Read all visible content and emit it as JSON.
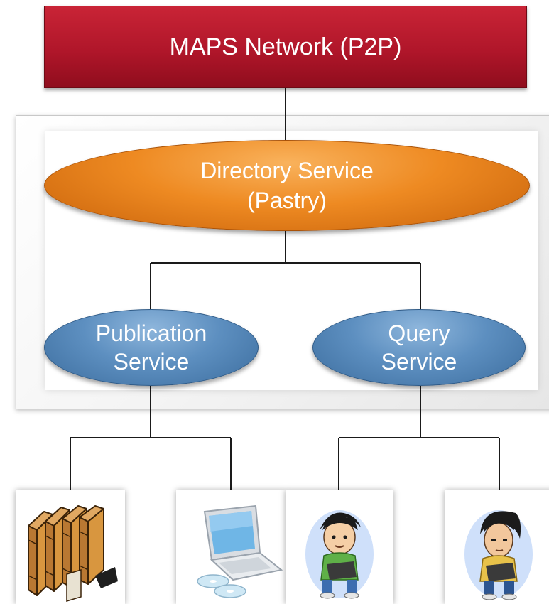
{
  "network": {
    "label": "MAPS Network (P2P)"
  },
  "directory_service": {
    "line1": "Directory Service",
    "line2": "(Pastry)"
  },
  "publication_service": {
    "line1": "Publication",
    "line2": "Service"
  },
  "query_service": {
    "line1": "Query",
    "line2": "Service"
  },
  "resources": [
    {
      "icon": "books-icon"
    },
    {
      "icon": "laptop-icon"
    },
    {
      "icon": "user-with-laptop-icon"
    },
    {
      "icon": "user-with-laptop-icon"
    }
  ],
  "colors": {
    "network": "#b0162a",
    "directory": "#ee8a22",
    "service": "#5d8fc0",
    "connector": "#000000"
  }
}
